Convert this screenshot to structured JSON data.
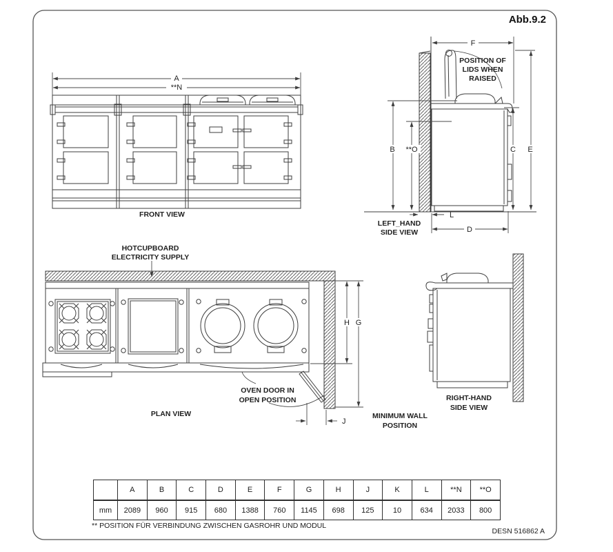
{
  "figure_label": "Abb.9.2",
  "doc_ref": "DESN 516862 A",
  "footnote": "** POSITION FÜR VERBINDUNG ZWISCHEN GASROHR UND MODUL",
  "colors": {
    "line": "#3d3d3d",
    "dimension_line": "#4a4a4a",
    "hatch": "#6a6a6a",
    "background": "#ffffff"
  },
  "views": {
    "front": {
      "caption": "FRONT VIEW",
      "dims": {
        "a": "A",
        "n": "**N"
      }
    },
    "left_side": {
      "caption_line1": "LEFT_HAND",
      "caption_line2": "SIDE VIEW",
      "note_line1": "POSITION OF",
      "note_line2": "LIDS WHEN",
      "note_line3": "RAISED",
      "dims": {
        "f": "F",
        "b": "B",
        "o": "**O",
        "c": "C",
        "e": "E",
        "l": "L",
        "d": "D"
      }
    },
    "plan": {
      "caption": "PLAN VIEW",
      "supply_note_line1": "HOTCUPBOARD",
      "supply_note_line2": "ELECTRICITY SUPPLY",
      "door_note_line1": "OVEN DOOR IN",
      "door_note_line2": "OPEN POSITION",
      "wall_note_line1": "MINIMUM WALL",
      "wall_note_line2": "POSITION",
      "dims": {
        "h": "H",
        "g": "G",
        "j": "J"
      }
    },
    "right_side": {
      "caption_line1": "RIGHT-HAND",
      "caption_line2": "SIDE VIEW"
    }
  },
  "table": {
    "unit_label": "mm",
    "headers": [
      "A",
      "B",
      "C",
      "D",
      "E",
      "F",
      "G",
      "H",
      "J",
      "K",
      "L",
      "**N",
      "**O"
    ],
    "values": [
      "2089",
      "960",
      "915",
      "680",
      "1388",
      "760",
      "1145",
      "698",
      "125",
      "10",
      "634",
      "2033",
      "800"
    ]
  }
}
